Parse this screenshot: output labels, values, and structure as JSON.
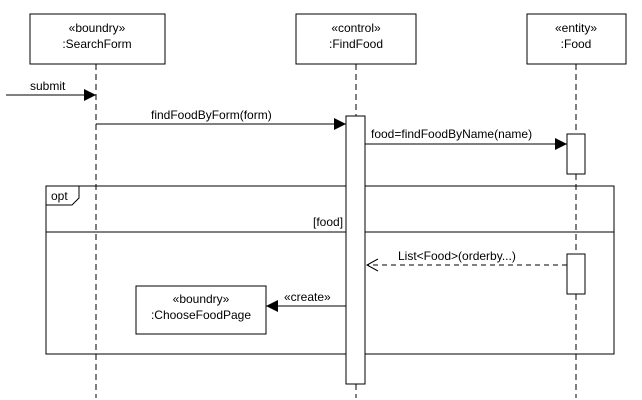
{
  "participants": [
    {
      "stereotype": "«boundry»",
      "name": ":SearchForm"
    },
    {
      "stereotype": "«control»",
      "name": ":FindFood"
    },
    {
      "stereotype": "«entity»",
      "name": ":Food"
    }
  ],
  "messages": {
    "submit": "submit",
    "find_by_form": "findFoodByForm(form)",
    "find_by_name": "food=findFoodByName(name)",
    "return_list": "List<Food>(orderby...)",
    "create": "«create»"
  },
  "fragment": {
    "operator": "opt",
    "guard": "[food]"
  },
  "created": {
    "stereotype": "«boundry»",
    "name": ":ChooseFoodPage"
  }
}
